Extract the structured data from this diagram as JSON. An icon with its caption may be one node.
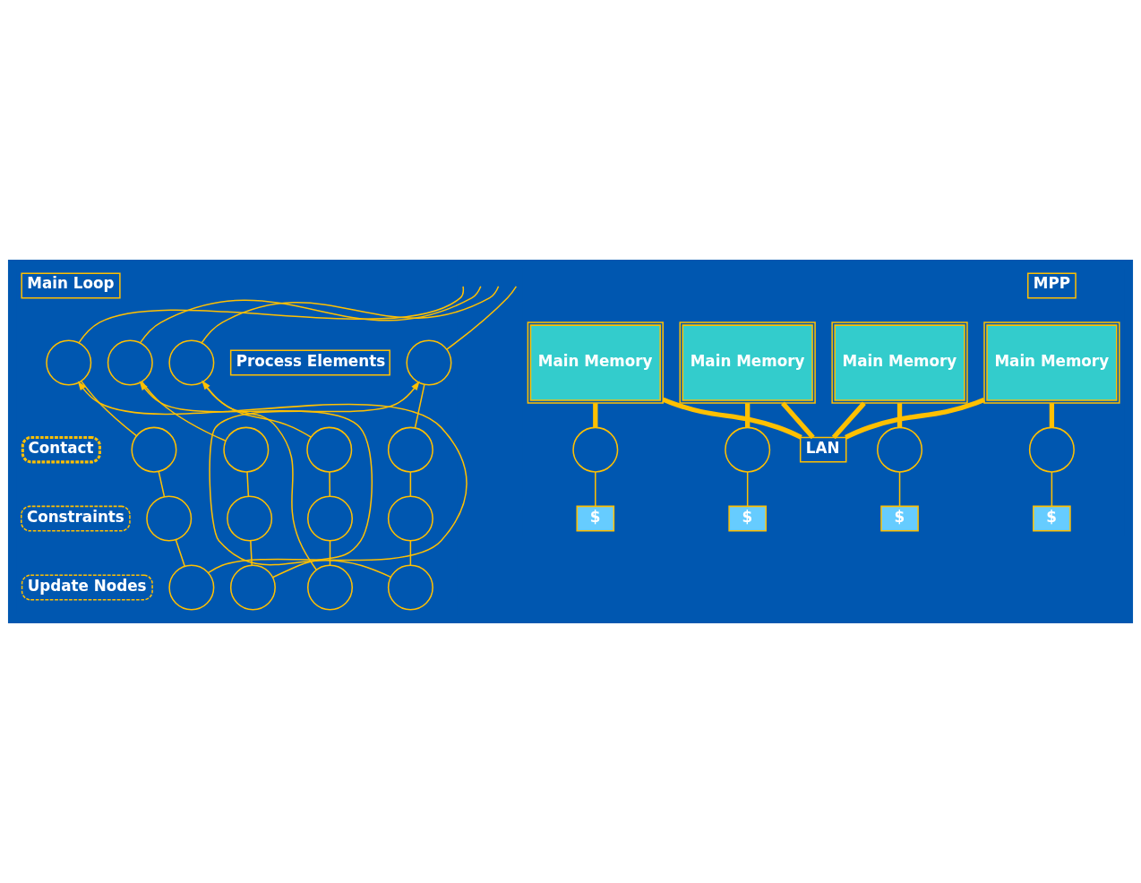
{
  "diagram": {
    "nodes": [
      {
        "text": [
          "Main Loop"
        ]
      },
      {
        "text": [
          "MPP"
        ]
      },
      {
        "text": [
          "Process Elements"
        ]
      },
      {
        "text": [],
        "shape": "circle"
      },
      {
        "text": [],
        "shape": "circle"
      },
      {
        "text": [],
        "shape": "circle"
      },
      {
        "text": [],
        "shape": "circle"
      },
      {
        "text": [
          "Contact"
        ]
      },
      {
        "text": [],
        "shape": "circle"
      },
      {
        "text": [],
        "shape": "circle"
      },
      {
        "text": [],
        "shape": "circle"
      },
      {
        "text": [],
        "shape": "circle"
      },
      {
        "text": [
          "Constraints"
        ]
      },
      {
        "text": [],
        "shape": "circle"
      },
      {
        "text": [],
        "shape": "circle"
      },
      {
        "text": [],
        "shape": "circle"
      },
      {
        "text": [],
        "shape": "circle"
      },
      {
        "text": [
          "Update Nodes"
        ]
      },
      {
        "text": [],
        "shape": "circle"
      },
      {
        "text": [],
        "shape": "circle"
      },
      {
        "text": [],
        "shape": "circle"
      },
      {
        "text": [],
        "shape": "circle"
      },
      {
        "text": [
          "Main Memory"
        ]
      },
      {
        "text": [
          "Main Memory"
        ]
      },
      {
        "text": [
          "Main Memory"
        ]
      },
      {
        "text": [
          "Main Memory"
        ]
      },
      {
        "text": [
          "LAN"
        ]
      },
      {
        "text": [],
        "shape": "circle"
      },
      {
        "text": [],
        "shape": "circle"
      },
      {
        "text": [],
        "shape": "circle"
      },
      {
        "text": [],
        "shape": "circle"
      },
      {
        "text": [
          "$"
        ]
      },
      {
        "text": [
          "$"
        ]
      },
      {
        "text": [
          "$"
        ]
      },
      {
        "text": [
          "$"
        ]
      }
    ],
    "edges": [
      {
        "from": null,
        "to": 3,
        "arrow": "none"
      },
      {
        "from": null,
        "to": 4,
        "arrow": "none"
      },
      {
        "from": null,
        "to": 5,
        "arrow": "none"
      },
      {
        "from": null,
        "to": 6,
        "arrow": "none"
      },
      {
        "from": 3,
        "to": 8,
        "arrow": "none"
      },
      {
        "from": 4,
        "to": 9,
        "arrow": "none"
      },
      {
        "from": 5,
        "to": 10,
        "arrow": "none"
      },
      {
        "from": 6,
        "to": 11,
        "arrow": "none"
      },
      {
        "from": 8,
        "to": 13,
        "arrow": "none"
      },
      {
        "from": 9,
        "to": 14,
        "arrow": "none"
      },
      {
        "from": 10,
        "to": 15,
        "arrow": "none"
      },
      {
        "from": 11,
        "to": 16,
        "arrow": "none"
      },
      {
        "from": 13,
        "to": 18,
        "arrow": "none"
      },
      {
        "from": 14,
        "to": 19,
        "arrow": "none"
      },
      {
        "from": 15,
        "to": 20,
        "arrow": "none"
      },
      {
        "from": 16,
        "to": 21,
        "arrow": "none"
      },
      {
        "from": 18,
        "to": 3,
        "arrow": "to"
      },
      {
        "from": 19,
        "to": 4,
        "arrow": "to"
      },
      {
        "from": 20,
        "to": 5,
        "arrow": "to"
      },
      {
        "from": 21,
        "to": 6,
        "arrow": "to"
      },
      {
        "from": 22,
        "to": 26,
        "arrow": "none",
        "style": "thick"
      },
      {
        "from": 23,
        "to": 26,
        "arrow": "none",
        "style": "thick"
      },
      {
        "from": 24,
        "to": 26,
        "arrow": "none",
        "style": "thick"
      },
      {
        "from": 25,
        "to": 26,
        "arrow": "none",
        "style": "thick"
      },
      {
        "from": 22,
        "to": 27,
        "arrow": "none",
        "style": "thick"
      },
      {
        "from": 23,
        "to": 28,
        "arrow": "none",
        "style": "thick"
      },
      {
        "from": 24,
        "to": 29,
        "arrow": "none",
        "style": "thick"
      },
      {
        "from": 25,
        "to": 30,
        "arrow": "none",
        "style": "thick"
      },
      {
        "from": 27,
        "to": 31,
        "arrow": "none"
      },
      {
        "from": 28,
        "to": 32,
        "arrow": "none"
      },
      {
        "from": 29,
        "to": 33,
        "arrow": "none"
      },
      {
        "from": 30,
        "to": 34,
        "arrow": "none"
      }
    ]
  }
}
